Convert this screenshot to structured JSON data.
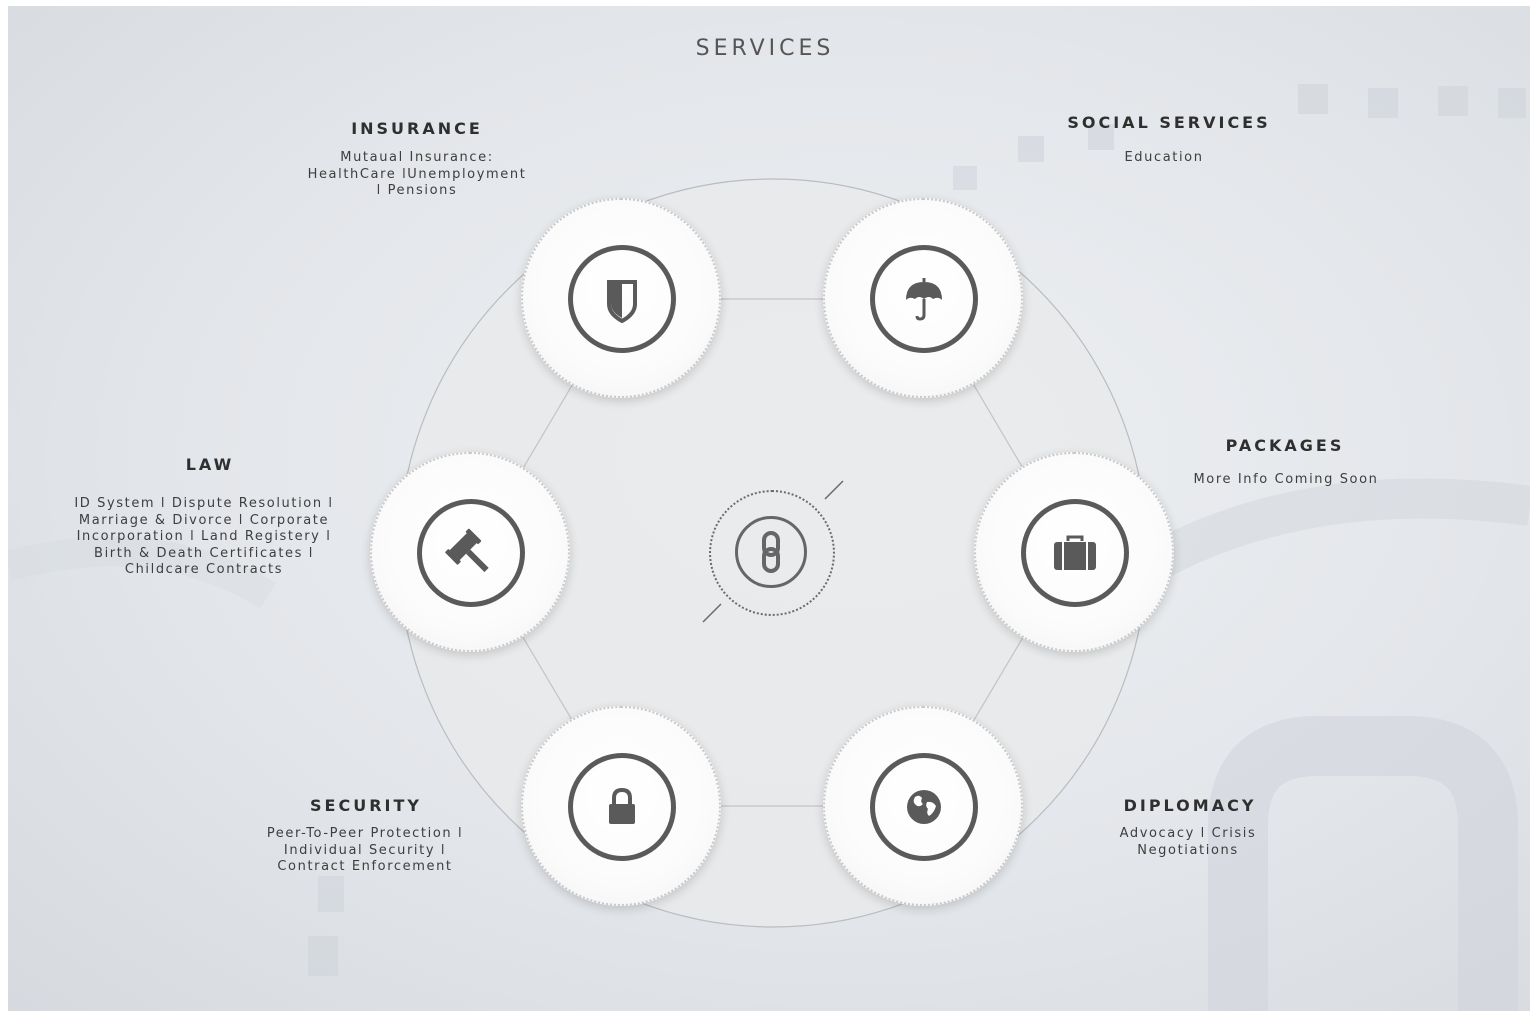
{
  "page_title": "SERVICES",
  "services": [
    {
      "key": "insurance",
      "title": "INSURANCE",
      "icon": "shield-icon",
      "lines": [
        "Mutaual Insurance:",
        "HealthCare lUnemployment",
        "l Pensions"
      ]
    },
    {
      "key": "social",
      "title": "SOCIAL SERVICES",
      "icon": "umbrella-icon",
      "lines": [
        "Education"
      ]
    },
    {
      "key": "packages",
      "title": "PACKAGES",
      "icon": "briefcase-icon",
      "lines": [
        "More Info Coming Soon"
      ]
    },
    {
      "key": "diplomacy",
      "title": "DIPLOMACY",
      "icon": "globe-icon",
      "lines": [
        "Advocacy l Crisis",
        "Negotiations"
      ]
    },
    {
      "key": "security",
      "title": "SECURITY",
      "icon": "padlock-icon",
      "lines": [
        "Peer-To-Peer Protection l",
        "Individual Security l",
        "Contract Enforcement"
      ]
    },
    {
      "key": "law",
      "title": "LAW",
      "icon": "gavel-icon",
      "lines": [
        "ID System l Dispute Resolution l",
        "Marriage & Divorce l Corporate",
        "Incorporation l Land Registery l",
        "Birth & Death Certificates l",
        "Childcare Contracts"
      ]
    }
  ],
  "center_icon": "chain-link-icon",
  "colors": {
    "icon_dark": "#5a5a5a",
    "background": "#e3e6ea",
    "text": "#2f2f2f"
  }
}
